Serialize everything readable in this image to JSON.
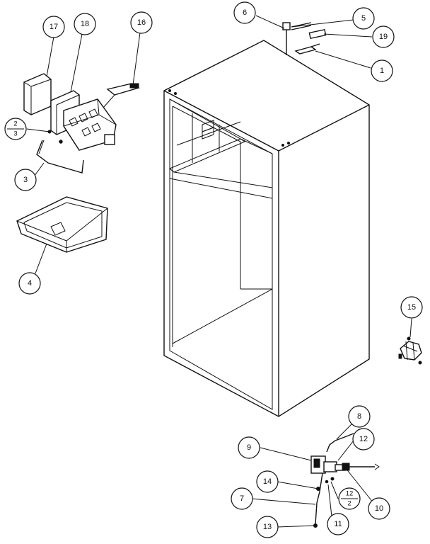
{
  "callouts": {
    "c1": "1",
    "c2_top": "2",
    "c2_bottom": "3",
    "c3": "3",
    "c4": "4",
    "c5": "5",
    "c6": "6",
    "c7": "7",
    "c8": "8",
    "c9": "9",
    "c10": "10",
    "c11": "11",
    "c12": "12",
    "c12b_top": "12",
    "c12b_bottom": "2",
    "c13": "13",
    "c14": "14",
    "c15": "15",
    "c16": "16",
    "c17": "17",
    "c18": "18",
    "c19": "19"
  }
}
